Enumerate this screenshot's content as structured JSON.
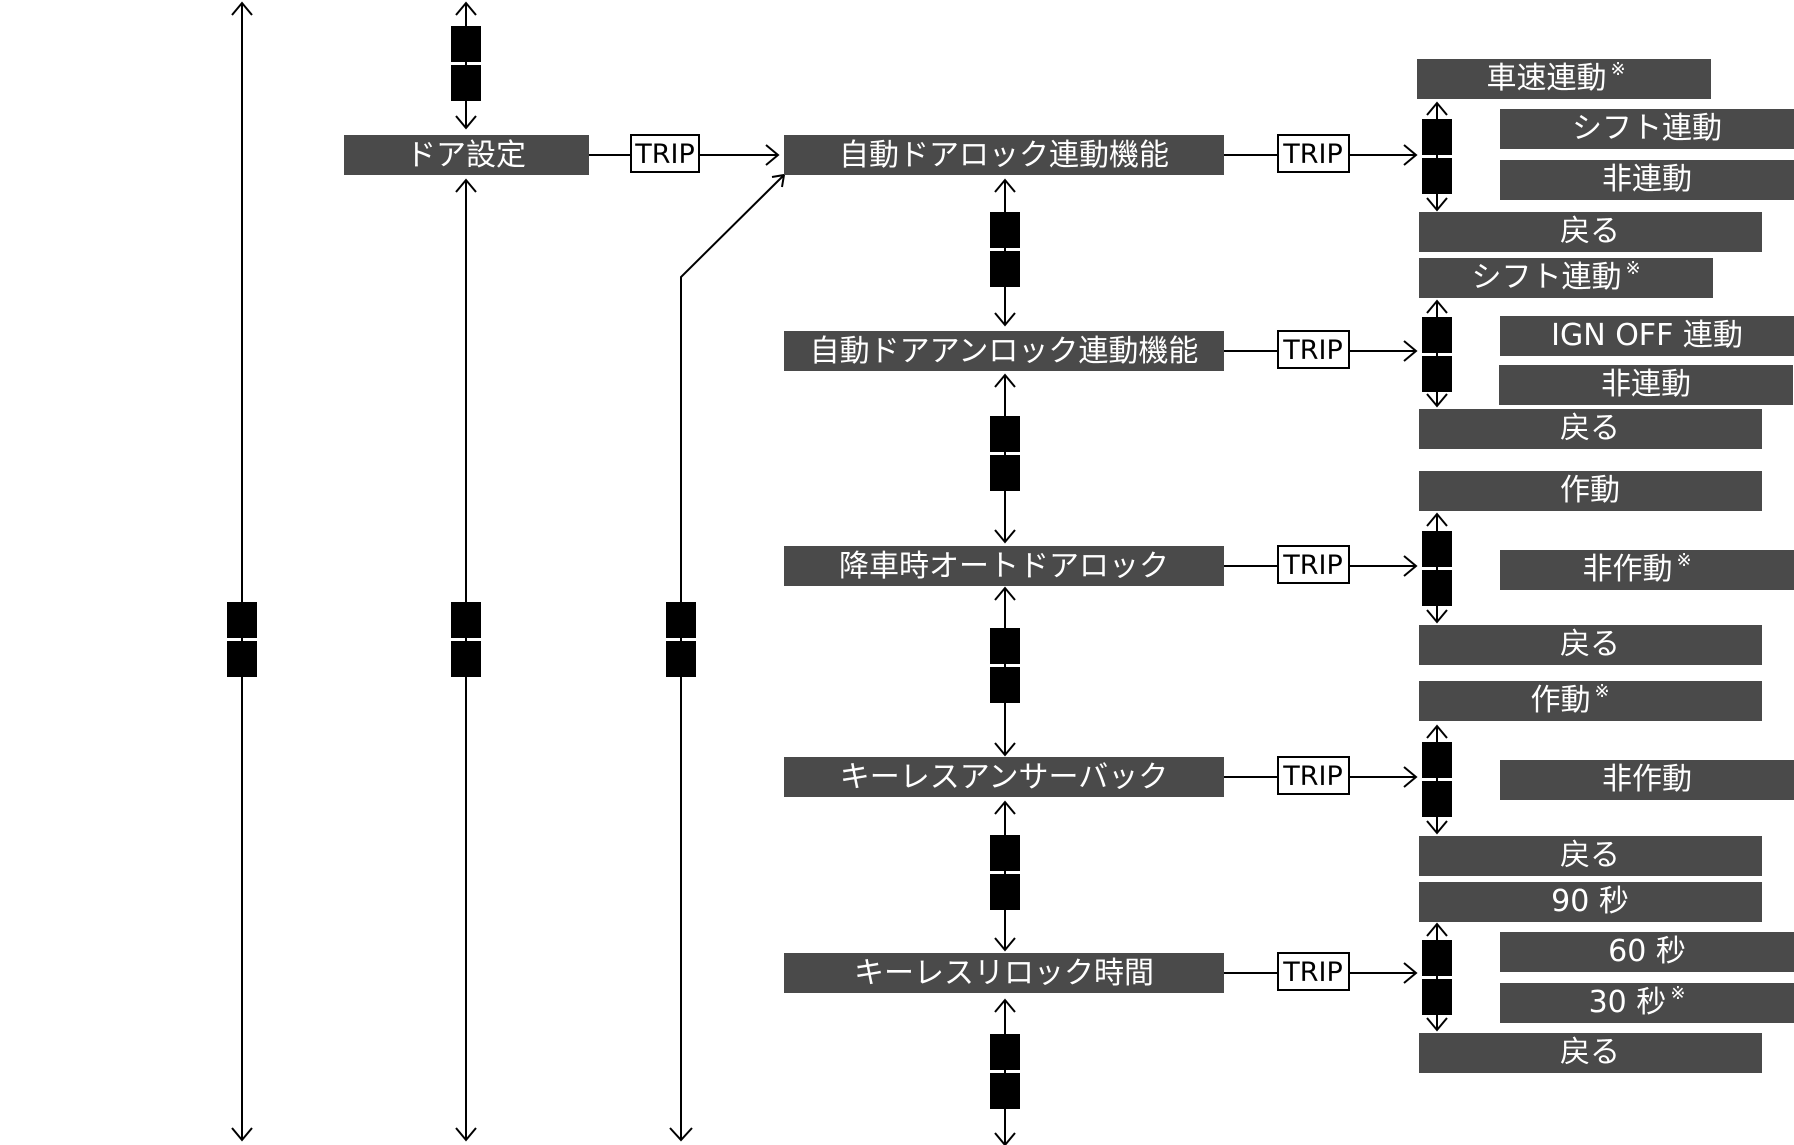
{
  "trip_label": "TRIP",
  "mark": "※",
  "menus": {
    "door": "ドア設定",
    "autolock": "自動ドアロック連動機能",
    "autounlock": "自動ドアアンロック連動機能",
    "walkaway": "降車時オートドアロック",
    "answerback": "キーレスアンサーバック",
    "relock": "キーレスリロック時間"
  },
  "options": {
    "speed_link": "車速連動",
    "shift_link_1": "シフト連動",
    "nolink_1": "非連動",
    "back_1": "戻る",
    "shift_link_2": "シフト連動",
    "ign_off": "IGN OFF 連動",
    "nolink_2": "非連動",
    "back_2": "戻る",
    "active_1": "作動",
    "inactive_1": "非作動",
    "back_3": "戻る",
    "active_2": "作動",
    "inactive_2": "非作動",
    "back_4": "戻る",
    "sec90": "90 秒",
    "sec60": "60 秒",
    "sec30": "30 秒",
    "back_5": "戻る"
  }
}
